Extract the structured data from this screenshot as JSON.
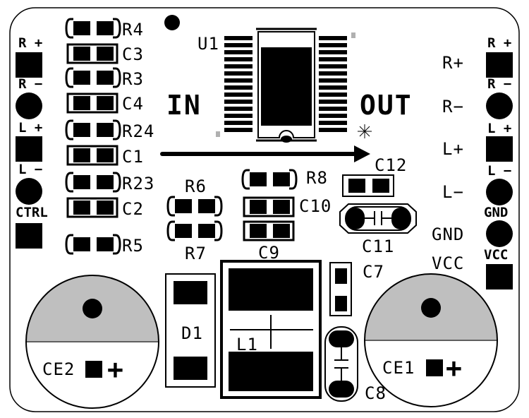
{
  "board": {
    "colors": {
      "ink": "#000000",
      "board": "#ffffff",
      "cap_fill": "#bfbfbf",
      "marker": "#b0b0b0"
    }
  },
  "signal": {
    "in_label": "IN",
    "out_label": "OUT"
  },
  "ic": {
    "ref": "U1"
  },
  "left_header": {
    "pins": [
      {
        "label": "R +",
        "shape": "square"
      },
      {
        "label": "R −",
        "shape": "round"
      },
      {
        "label": "L +",
        "shape": "square"
      },
      {
        "label": "L −",
        "shape": "round"
      },
      {
        "label": "CTRL",
        "shape": "square"
      }
    ]
  },
  "right_header": {
    "pins": [
      {
        "label": "R +",
        "shape": "square"
      },
      {
        "label": "R −",
        "shape": "round"
      },
      {
        "label": "L +",
        "shape": "square"
      },
      {
        "label": "L −",
        "shape": "round"
      },
      {
        "label": "GND",
        "shape": "round"
      },
      {
        "label": "VCC",
        "shape": "square"
      }
    ]
  },
  "right_silk_labels": [
    "R+",
    "R−",
    "L+",
    "L−",
    "GND",
    "VCC"
  ],
  "passives": {
    "column": [
      "R4",
      "C3",
      "R3",
      "C4",
      "R24",
      "C1",
      "R23",
      "C2"
    ],
    "r5": "R5",
    "r6": "R6",
    "r7": "R7",
    "r8": "R8",
    "c10": "C10",
    "c9": "C9",
    "c12": "C12",
    "c11": "C11",
    "c7": "C7",
    "c8": "C8"
  },
  "power": {
    "d1": "D1",
    "l1": "L1",
    "ce1": "CE1",
    "ce2": "CE2",
    "polarity": "+"
  }
}
